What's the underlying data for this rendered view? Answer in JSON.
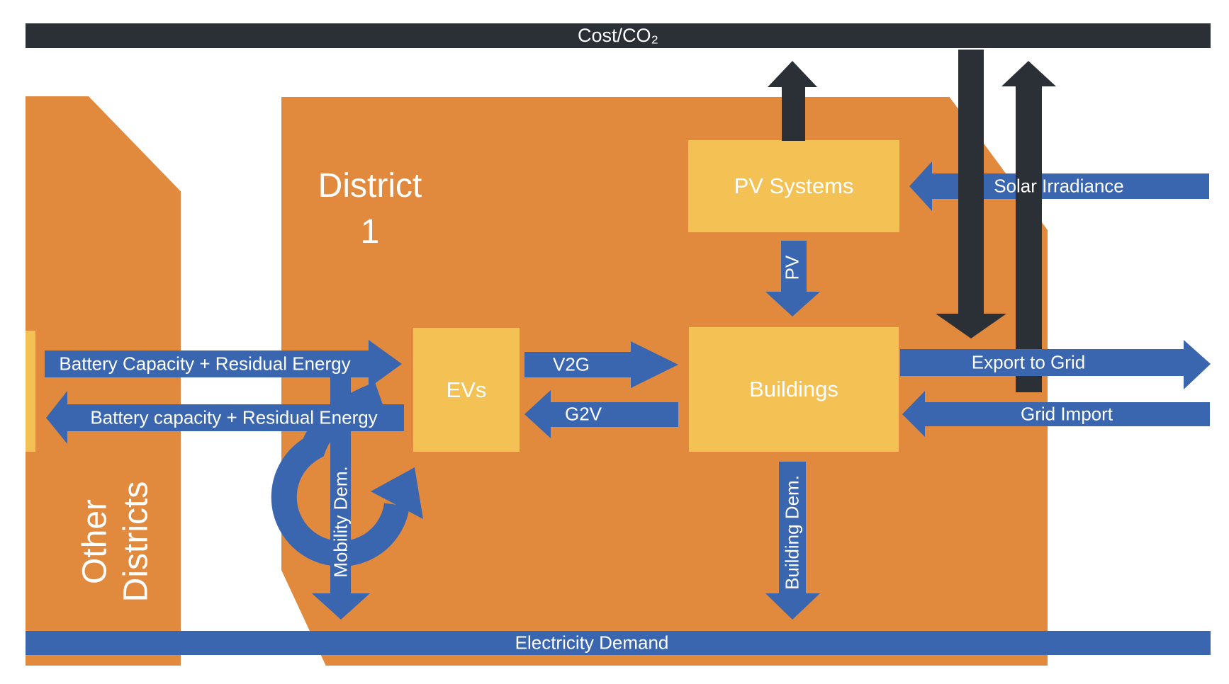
{
  "colors": {
    "orange": "#E18A3E",
    "yellow": "#F4C254",
    "blue": "#3A66B0",
    "dark": "#2B2F36",
    "white": "#FFFFFF"
  },
  "top_bar": {
    "label": "Cost/CO₂"
  },
  "bottom_bar": {
    "label": "Electricity Demand"
  },
  "regions": {
    "district1": {
      "line1": "District",
      "line2": "1"
    },
    "other": {
      "line1": "Other",
      "line2": "Districts"
    }
  },
  "boxes": {
    "pv_systems": "PV Systems",
    "evs": "EVs",
    "buildings": "Buildings"
  },
  "flows": {
    "battery_to_evs": "Battery Capacity + Residual Energy",
    "battery_to_other": "Battery capacity + Residual Energy",
    "v2g": "V2G",
    "g2v": "G2V",
    "pv": "PV",
    "solar": "Solar Irradiance",
    "export": "Export to Grid",
    "grid_import": "Grid Import",
    "mobility": "Mobility Dem.",
    "building": "Building Dem."
  }
}
